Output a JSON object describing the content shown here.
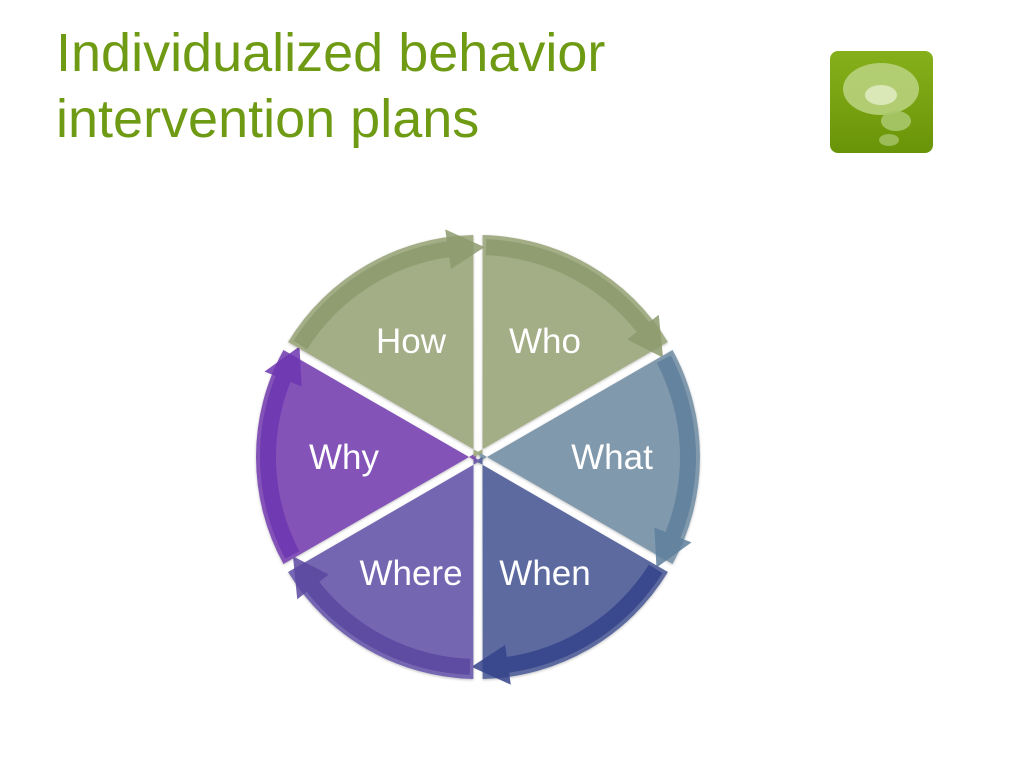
{
  "slide": {
    "title_line1": "Individualized behavior",
    "title_line2": "intervention plans"
  },
  "logo": {
    "icon": "thought-bubble-icon",
    "color": "#76a00c"
  },
  "cycle": {
    "segments": [
      {
        "label": "Who",
        "color": "#a3ad86",
        "arrow_color": "#8c9a6c"
      },
      {
        "label": "What",
        "color": "#8199ad",
        "arrow_color": "#5e7f9c"
      },
      {
        "label": "When",
        "color": "#5c6aa0",
        "arrow_color": "#34428a"
      },
      {
        "label": "Where",
        "color": "#7566b2",
        "arrow_color": "#5a48a0"
      },
      {
        "label": "Why",
        "color": "#8353b8",
        "arrow_color": "#6c36b0"
      },
      {
        "label": "How",
        "color": "#a3ad86",
        "arrow_color": "#8c9a6c"
      }
    ]
  }
}
